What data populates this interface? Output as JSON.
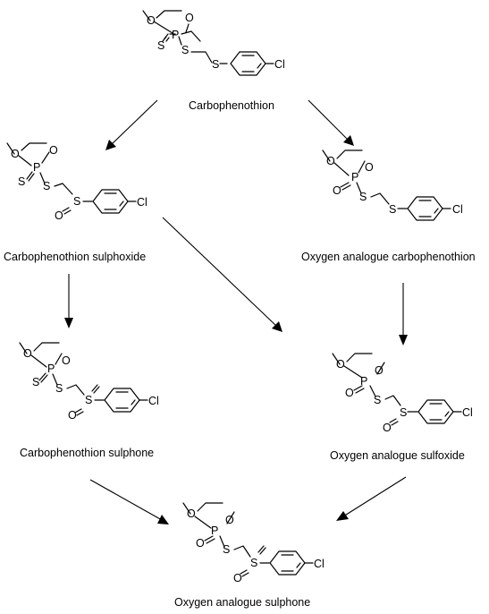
{
  "compounds": {
    "carbophenothion": {
      "name": "Carbophenothion",
      "atoms": {
        "o1": "O",
        "o2": "O",
        "p": "P",
        "s_thiono": "S",
        "s_thio": "S",
        "s_aryl": "S",
        "cl": "Cl"
      }
    },
    "carbophenothion_sulphoxide": {
      "name": "Carbophenothion sulphoxide",
      "atoms": {
        "o1": "O",
        "o2": "O",
        "p": "P",
        "s_thiono": "S",
        "s_thio": "S",
        "s_aryl": "S",
        "o_sulf": "O",
        "cl": "Cl"
      }
    },
    "oxygen_analogue_carbophenothion": {
      "name": "Oxygen analogue carbophenothion",
      "atoms": {
        "o1": "O",
        "o2": "O",
        "p": "P",
        "o_oxo": "O",
        "s_thio": "S",
        "s_aryl": "S",
        "cl": "Cl"
      }
    },
    "carbophenothion_sulphone": {
      "name": "Carbophenothion sulphone",
      "atoms": {
        "o1": "O",
        "o2": "O",
        "p": "P",
        "s_thiono": "S",
        "s_thio": "S",
        "s_aryl": "S",
        "o_sulf": "O",
        "cl": "Cl"
      }
    },
    "oxygen_analogue_sulfoxide": {
      "name": "Oxygen analogue sulfoxide",
      "atoms": {
        "o1": "O",
        "o2": "O",
        "p": "P",
        "o_oxo": "O",
        "s_thio": "S",
        "s_aryl": "S",
        "o_sulf": "O",
        "cl": "Cl"
      }
    },
    "oxygen_analogue_sulphone": {
      "name": "Oxygen analogue sulphone",
      "atoms": {
        "o1": "O",
        "o2": "O",
        "p": "P",
        "o_oxo": "O",
        "s_thio": "S",
        "s_aryl": "S",
        "o_sulf": "O",
        "cl": "Cl"
      }
    }
  }
}
